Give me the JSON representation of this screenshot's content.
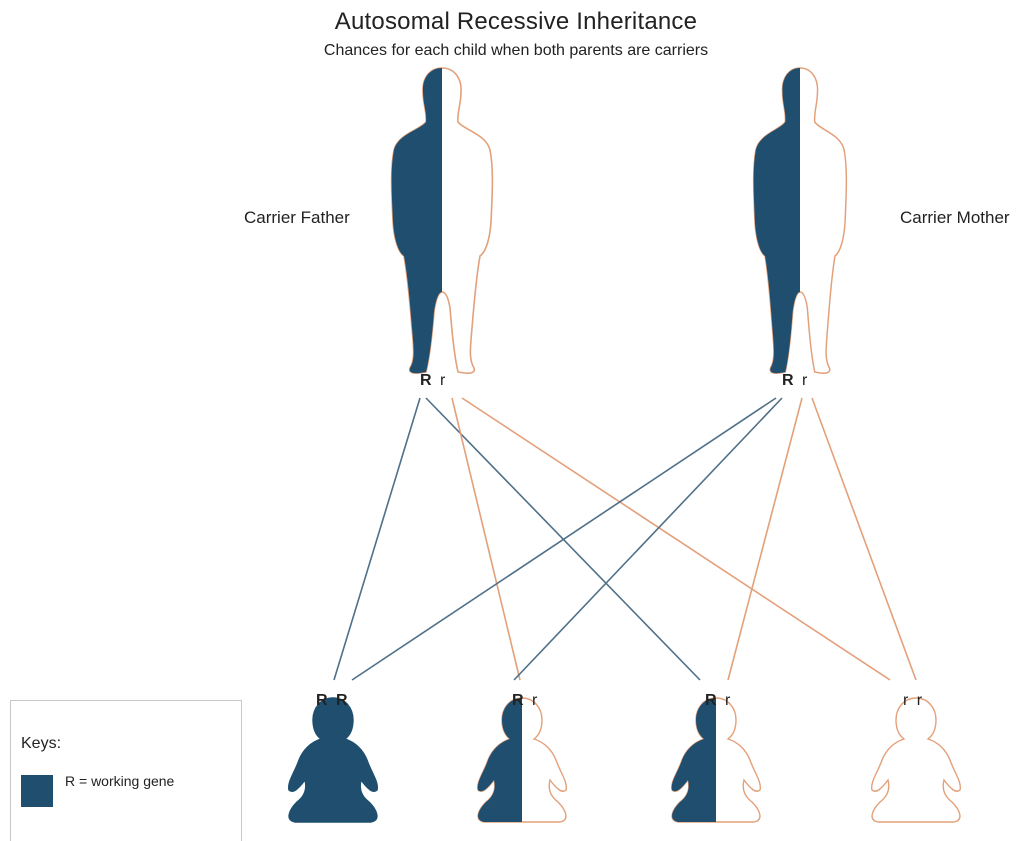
{
  "title": "Autosomal Recessive Inheritance",
  "subtitle": "Chances for each child when both parents are carriers",
  "colors": {
    "working": "#1f4e6e",
    "nonworking": "#e3a07a",
    "line_working": "#4f7088"
  },
  "parents": [
    {
      "label": "Carrier Father",
      "alleles": [
        "R",
        "r"
      ]
    },
    {
      "label": "Carrier Mother",
      "alleles": [
        "R",
        "r"
      ]
    }
  ],
  "children": [
    {
      "alleles": [
        "R",
        "R"
      ]
    },
    {
      "alleles": [
        "R",
        "r"
      ]
    },
    {
      "alleles": [
        "R",
        "r"
      ]
    },
    {
      "alleles": [
        "r",
        "r"
      ]
    }
  ],
  "keys": {
    "title": "Keys:",
    "items": [
      {
        "label": "R = working gene",
        "color": "#1f4e6e"
      }
    ]
  }
}
